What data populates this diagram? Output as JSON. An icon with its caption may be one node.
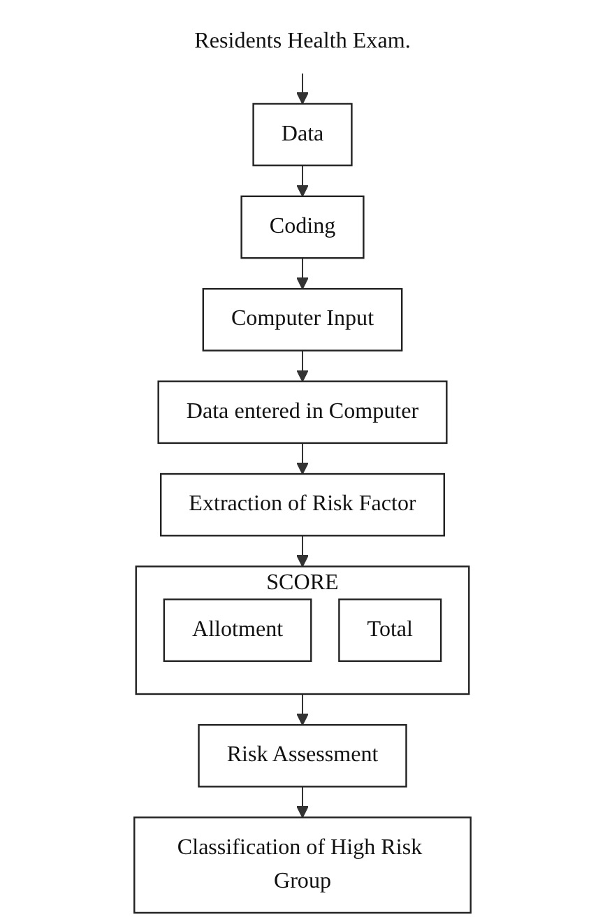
{
  "diagram": {
    "nodes": [
      {
        "text": [
          "Residents Health Exam."
        ]
      },
      {
        "text": [
          "Data"
        ]
      },
      {
        "text": [
          "Coding"
        ]
      },
      {
        "text": [
          "Computer Input"
        ]
      },
      {
        "text": [
          "Data entered in Computer"
        ]
      },
      {
        "text": [
          "Extraction of Risk Factor"
        ]
      },
      {
        "text": [
          "SCORE"
        ]
      },
      {
        "text": [
          "Allotment"
        ],
        "in": 6
      },
      {
        "text": [
          "Total"
        ],
        "in": 6
      },
      {
        "text": [
          "Risk Assessment"
        ]
      },
      {
        "text": [
          "Classification of High Risk Group"
        ]
      }
    ],
    "edges": [
      {
        "from": 0,
        "to": 1,
        "arrow": "to"
      },
      {
        "from": 1,
        "to": 2,
        "arrow": "to"
      },
      {
        "from": 2,
        "to": 3,
        "arrow": "to"
      },
      {
        "from": 3,
        "to": 4,
        "arrow": "to"
      },
      {
        "from": 4,
        "to": 5,
        "arrow": "to"
      },
      {
        "from": 5,
        "to": 6,
        "arrow": "to"
      },
      {
        "from": 6,
        "to": 9,
        "arrow": "to"
      },
      {
        "from": 9,
        "to": 10,
        "arrow": "to"
      }
    ]
  }
}
